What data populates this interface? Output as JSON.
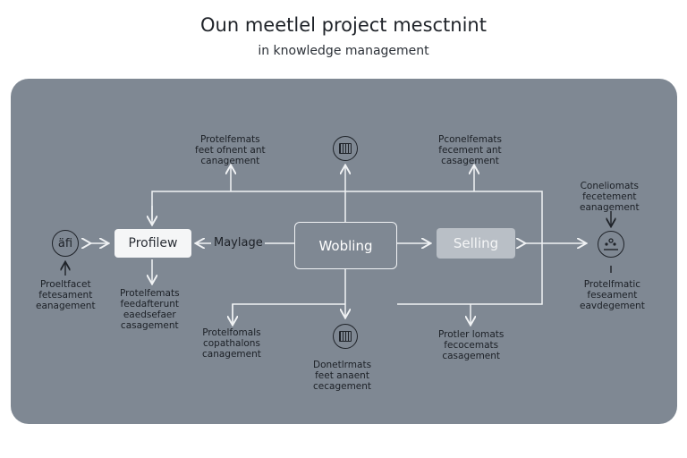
{
  "title": "Oun meetlel project mesctnint",
  "subtitle": "in knowledge management",
  "nodes": {
    "left_icon_text": "äfi",
    "profile": "Profilew",
    "link_label": "Maylage",
    "center": "Wobling",
    "right": "Selling"
  },
  "annotations": {
    "top_left": [
      "Protelfemats",
      "feet ofnent ant",
      "canagement"
    ],
    "top_right": [
      "Pconelfemats",
      "fecement ant",
      "casagement"
    ],
    "far_right_top": [
      "Coneliomats",
      "fecetement",
      "eanagement"
    ],
    "far_right_bottom": [
      "Protelfmatic",
      "feseament",
      "eavdegement"
    ],
    "left_bottom": [
      "Proeltfacet",
      "fetesament",
      "eanagement"
    ],
    "profile_bottom": [
      "Protelfemats",
      "feedafterunt",
      "eaedsefaer",
      "casagement"
    ],
    "mid_left_bottom": [
      "Protelfomals",
      "copathalons",
      "canagement"
    ],
    "center_bottom": [
      "Donetlrmats",
      "feet anaent",
      "cecagement"
    ],
    "mid_right_bottom": [
      "Protler lomats",
      "fecocemats",
      "casagement"
    ]
  },
  "icons": {
    "left": "person-badge-icon",
    "top_center": "calendar-box-icon",
    "bottom_center": "chart-box-icon",
    "right": "people-gear-icon"
  },
  "colors": {
    "panel": "#7f8893",
    "accent_node": "#b9bfc6",
    "stroke": "#f0f2f4"
  }
}
